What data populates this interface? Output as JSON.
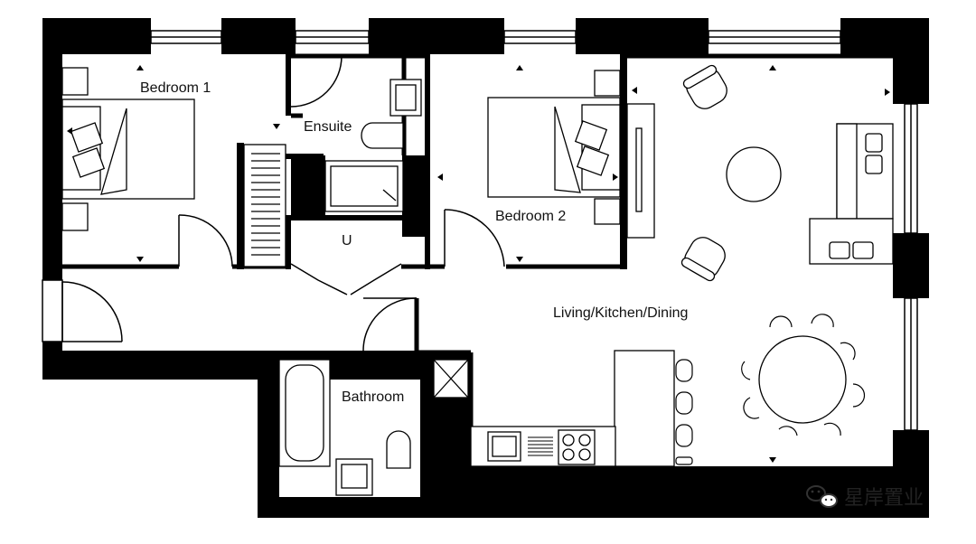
{
  "plan": {
    "rooms": [
      {
        "key": "bedroom1",
        "label": "Bedroom 1"
      },
      {
        "key": "ensuite",
        "label": "Ensuite"
      },
      {
        "key": "bedroom2",
        "label": "Bedroom 2"
      },
      {
        "key": "utility",
        "label": "U"
      },
      {
        "key": "living",
        "label": "Living/Kitchen/Dining"
      },
      {
        "key": "bathroom",
        "label": "Bathroom"
      }
    ]
  },
  "watermark": {
    "text": "星岸置业",
    "icon": "wechat-icon"
  },
  "colors": {
    "wall": "#000000",
    "line": "#111111",
    "background": "#ffffff"
  }
}
